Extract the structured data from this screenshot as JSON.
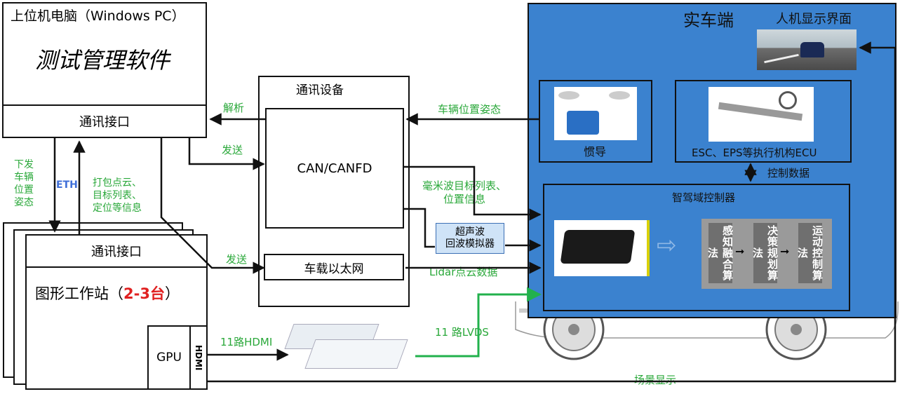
{
  "pc": {
    "title": "上位机电脑（Windows PC）",
    "software": "测试管理软件",
    "comm_interface": "通讯接口"
  },
  "workstation": {
    "comm_interface": "通讯接口",
    "title_main": "图形工作站（",
    "title_count": "2-3台",
    "title_end": "）",
    "gpu": "GPU",
    "hdmi": "HDMI"
  },
  "comm_device": {
    "title": "通讯设备",
    "can": "CAN/CANFD",
    "ethernet": "车载以太网"
  },
  "ultrasonic": {
    "line1": "超声波",
    "line2": "回波模拟器"
  },
  "vehicle": {
    "title": "实车端",
    "hmi": "人机显示界面",
    "ins": "惯导",
    "actuators": "ESC、EPS等执行机构ECU",
    "control_data": "控制数据",
    "domain_controller": "智驾域控制器",
    "algorithms": [
      "感知融合算法",
      "决策规划算法",
      "运动控制算法"
    ]
  },
  "arrows": {
    "parse": "解析",
    "send1": "发送",
    "send2": "发送",
    "eth": "ETH",
    "down_pose": [
      "下发",
      "车辆",
      "位置",
      "姿态"
    ],
    "pack_info": [
      "打包点云、",
      "目标列表、",
      "定位等信息"
    ],
    "vehicle_pose": "车辆位置姿态",
    "radar": [
      "毫米波目标列表、",
      "位置信息"
    ],
    "lidar": "Lidar点云数据",
    "hdmi11": "11路HDMI",
    "lvds11": "11 路LVDS",
    "scene_display": "场景显示"
  },
  "colors": {
    "label_green": "#2aa83a",
    "eth_blue": "#3f6fd8",
    "vehicle_blue": "#3b82cf",
    "count_red": "#e02020",
    "lvds_line": "#22b14c",
    "algo_panel": "#9a9a9a",
    "algo_block": "#6f6f6f"
  }
}
